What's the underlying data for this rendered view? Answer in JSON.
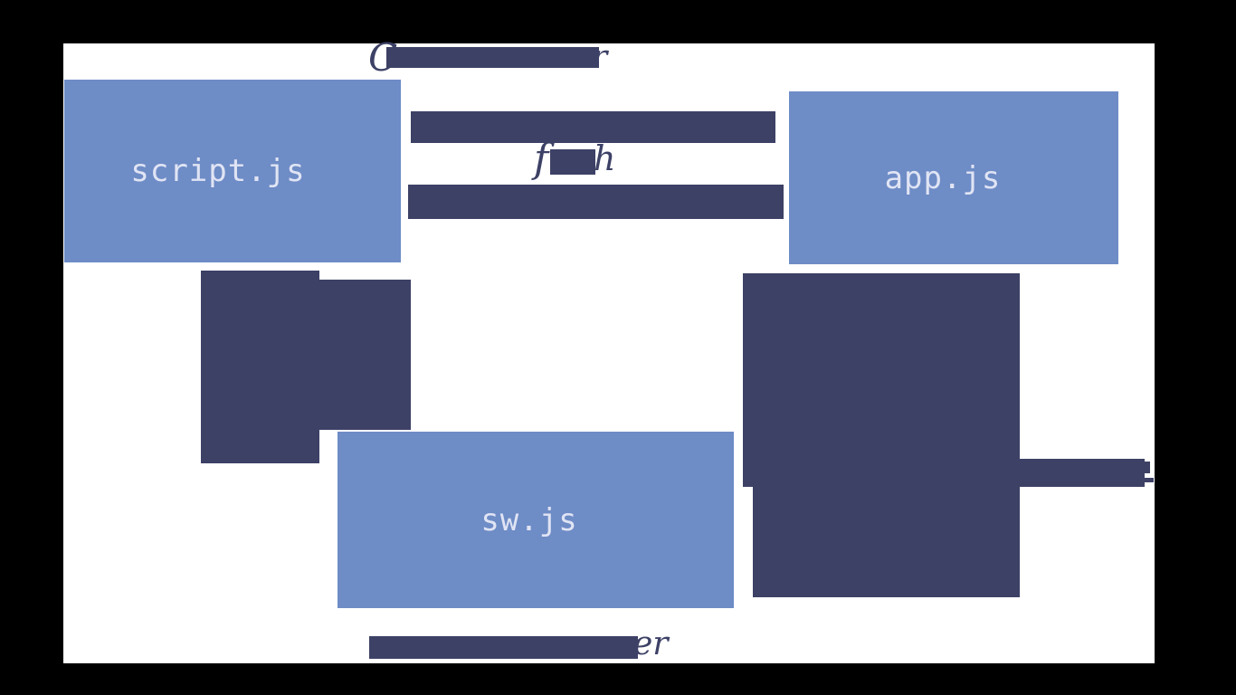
{
  "diagram": {
    "top_title": {
      "prefix": "C",
      "suffix": "r"
    },
    "fetch_label": {
      "prefix": "f",
      "suffix": "h"
    },
    "bottom_title": {
      "suffix": "er"
    },
    "files": {
      "script": "script.js",
      "app": "app.js",
      "sw": "sw.js"
    }
  },
  "colors": {
    "backdrop": "#000000",
    "canvas": "#ffffff",
    "file_box_blue": "#6e8cc6",
    "redaction_navy": "#3d4166",
    "file_label_text": "#e0e4f4",
    "handwriting_text": "#3d4166"
  }
}
